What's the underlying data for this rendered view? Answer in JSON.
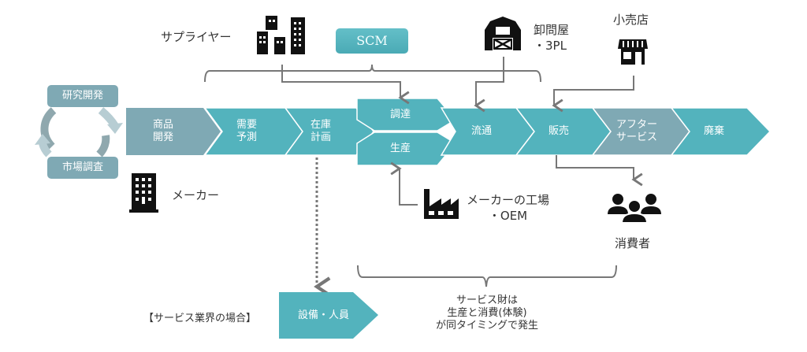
{
  "colors": {
    "teal": "#53b3bd",
    "gray_teal": "#7fa9b4",
    "connector": "#777777",
    "icon": "#111111"
  },
  "cycle": {
    "top_label": "研究開発",
    "bottom_label": "市場調査"
  },
  "value_chain": {
    "segments": [
      {
        "line1": "商品",
        "line2": "開発"
      },
      {
        "line1": "需要",
        "line2": "予測"
      },
      {
        "line1": "在庫",
        "line2": "計画"
      },
      {
        "line1": "調達"
      },
      {
        "line1": "生産"
      },
      {
        "line1": "流通"
      },
      {
        "line1": "販売"
      },
      {
        "line1": "アフター",
        "line2": "サービス"
      },
      {
        "line1": "廃棄"
      }
    ]
  },
  "actors": {
    "supplier": {
      "label": "サプライヤー",
      "icon": "office-buildings-icon"
    },
    "scm": {
      "label": "SCM"
    },
    "wholesaler": {
      "line1": "卸問屋",
      "line2": "・3PL",
      "icon": "barn-warehouse-icon"
    },
    "retailer": {
      "label": "小売店",
      "icon": "storefront-icon"
    },
    "maker": {
      "label": "メーカー",
      "icon": "office-tower-icon"
    },
    "factory": {
      "line1": "メーカーの工場",
      "line2": "・OEM",
      "icon": "factory-icon"
    },
    "consumer": {
      "label": "消費者",
      "icon": "people-group-icon"
    }
  },
  "service_case": {
    "label": "【サービス業界の場合】",
    "box_label": "設備・人員",
    "note_lines": [
      "サービス財は",
      "生産と消費(体験)",
      "が同タイミングで発生"
    ]
  }
}
